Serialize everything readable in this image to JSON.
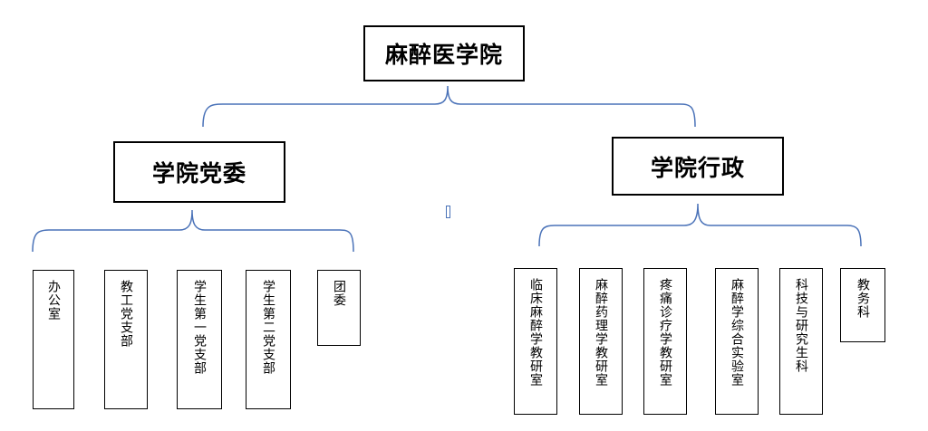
{
  "root": {
    "label": "麻醉医学院"
  },
  "branches": [
    {
      "label": "学院党委",
      "children": [
        "办公室",
        "教工党支部",
        "学生第一党支部",
        "学生第二党支部",
        "团委"
      ]
    },
    {
      "label": "学院行政",
      "children": [
        "临床麻醉学教研室",
        "麻醉药理学教研室",
        "疼痛诊疗学教研室",
        "麻醉学综合实验室",
        "科技与研究生科",
        "教务科"
      ]
    }
  ],
  "colors": {
    "connector": "#4a72b8",
    "border": "#000000"
  }
}
